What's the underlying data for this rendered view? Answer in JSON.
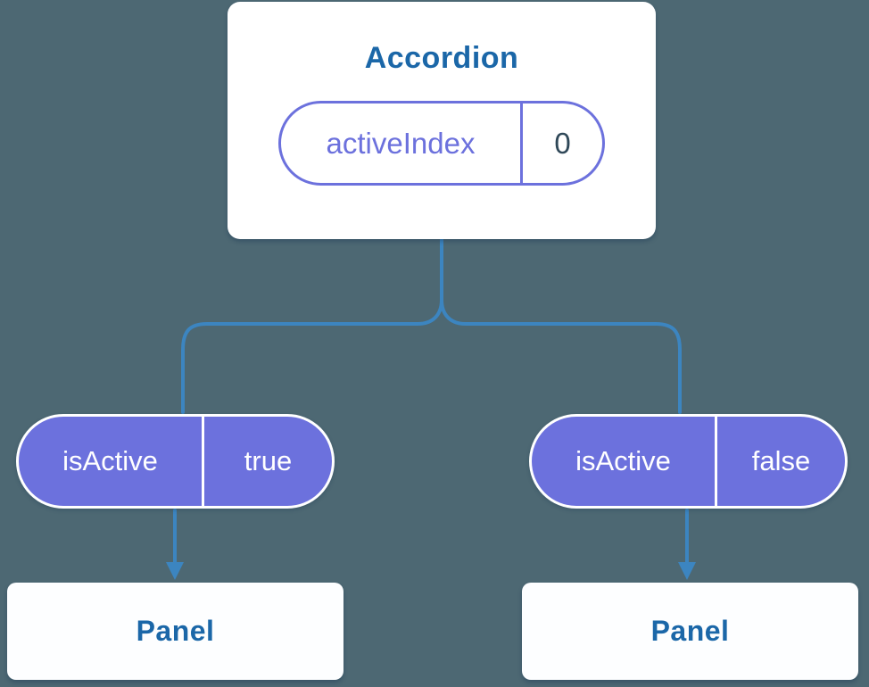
{
  "diagram": {
    "root": {
      "title": "Accordion",
      "state": {
        "label": "activeIndex",
        "value": "0"
      }
    },
    "children": [
      {
        "prop": {
          "label": "isActive",
          "value": "true"
        },
        "title": "Panel"
      },
      {
        "prop": {
          "label": "isActive",
          "value": "false"
        },
        "title": "Panel"
      }
    ]
  },
  "colors": {
    "background": "#4d6873",
    "accent_blue": "#3c85c0",
    "purple": "#6c71dd",
    "title_text": "#1b67a8",
    "value_text": "#2f4858",
    "card_bg": "#ffffff"
  }
}
